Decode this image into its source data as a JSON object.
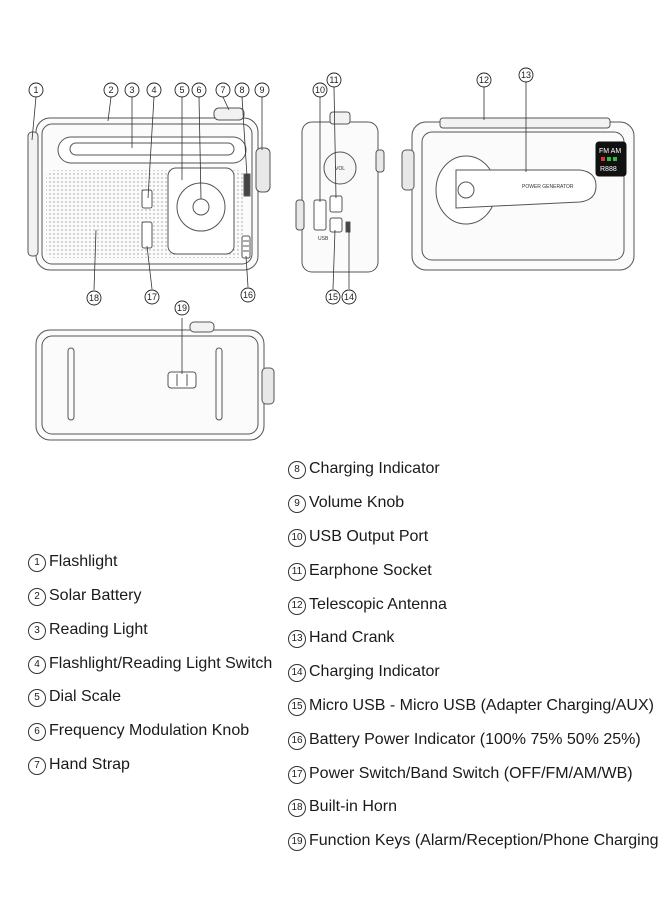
{
  "callouts": [
    "1",
    "2",
    "3",
    "4",
    "5",
    "6",
    "7",
    "8",
    "9",
    "10",
    "11",
    "12",
    "13",
    "14",
    "15",
    "16",
    "17",
    "18",
    "19"
  ],
  "side_labels": {
    "usb": "USB",
    "vol": "VOL"
  },
  "back_labels": {
    "crank": "POWER GENERATOR",
    "badge_top": "FM AM",
    "badge_bottom": "R888"
  },
  "legend": [
    {
      "num": "1",
      "text": "Flashlight"
    },
    {
      "num": "2",
      "text": "Solar Battery"
    },
    {
      "num": "3",
      "text": "Reading Light"
    },
    {
      "num": "4",
      "text": "Flashlight/Reading Light Switch"
    },
    {
      "num": "5",
      "text": "Dial Scale"
    },
    {
      "num": "6",
      "text": "Frequency Modulation Knob"
    },
    {
      "num": "7",
      "text": "Hand Strap"
    },
    {
      "num": "8",
      "text": "Charging Indicator"
    },
    {
      "num": "9",
      "text": "Volume Knob"
    },
    {
      "num": "10",
      "text": "USB Output Port"
    },
    {
      "num": "11",
      "text": "Earphone Socket"
    },
    {
      "num": "12",
      "text": "Telescopic Antenna"
    },
    {
      "num": "13",
      "text": "Hand Crank"
    },
    {
      "num": "14",
      "text": "Charging Indicator"
    },
    {
      "num": "15",
      "text": "Micro USB - Micro USB (Adapter Charging/AUX)"
    },
    {
      "num": "16",
      "text": "Battery Power Indicator (100% 75% 50% 25%)"
    },
    {
      "num": "17",
      "text": "Power Switch/Band Switch (OFF/FM/AM/WB)"
    },
    {
      "num": "18",
      "text": "Built-in Horn"
    },
    {
      "num": "19",
      "text": "Function Keys (Alarm/Reception/Phone Charging )"
    }
  ]
}
